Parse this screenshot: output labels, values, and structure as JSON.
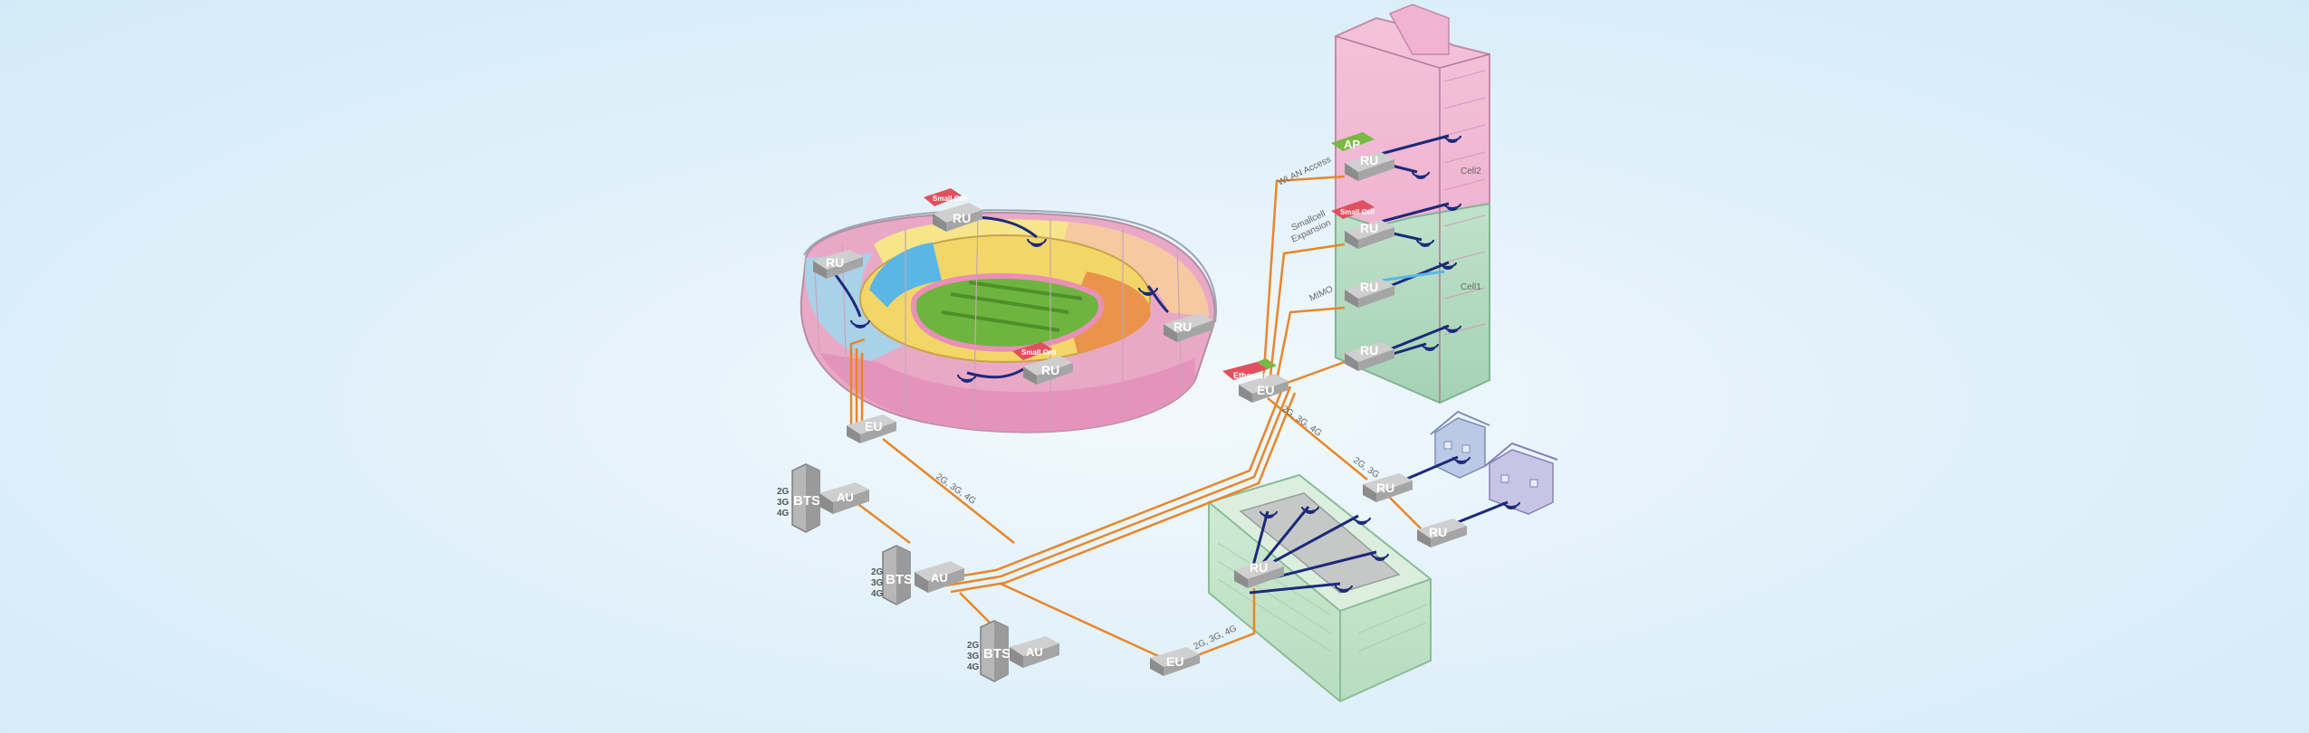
{
  "colors": {
    "fiber": "#e8862a",
    "antenna_link": "#1c2a7a",
    "unit_face": "#a5a5a5",
    "small_cell_badge": "#e2505f",
    "ap_badge": "#78b843",
    "cell2_zone": "#f0b6d2",
    "cell1_zone": "#b6dcc2"
  },
  "units": {
    "eu": "EU",
    "ru": "RU",
    "au": "AU",
    "bts": "BTS",
    "ap": "AP",
    "small_cell": "Small Cell",
    "ethernet": "Ethernet"
  },
  "bts_bands": [
    "2G",
    "3G",
    "4G"
  ],
  "link_labels": {
    "stadium_feed": "2G, 3G, 4G",
    "tower_feed": "2G, 3G, 4G",
    "campus_feed": "2G, 3G, 4G",
    "houses_feed": "2G, 3G"
  },
  "tower": {
    "wlan_access": "WLAN Access",
    "smallcell_expansion_1": "Smallcell",
    "smallcell_expansion_2": "Expansion",
    "mimo": "MIMO",
    "cell2": "Cell2",
    "cell1": "Cell1"
  }
}
